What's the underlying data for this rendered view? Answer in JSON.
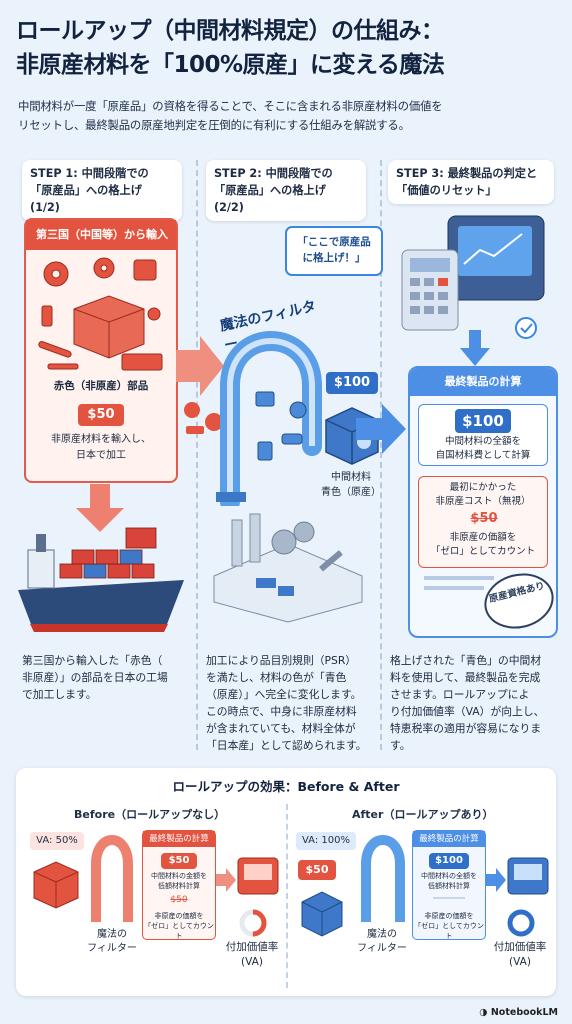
{
  "title_line1": "ロールアップ（中間材料規定）の仕組み：",
  "title_line2": "非原産材料を「100%原産」に変える魔法",
  "subtitle_line1": "中間材料が一度「原産品」の資格を得ることで、そこに含まれる非原産材料の価値を",
  "subtitle_line2": "リセットし、最終製品の原産地判定を圧倒的に有利にする仕組みを解説する。",
  "steps": [
    {
      "line1": "STEP 1: 中間段階での",
      "line2": "「原産品」への格上げ (1/2)"
    },
    {
      "line1": "STEP 2: 中間段階での",
      "line2": "「原産品」への格上げ (2/2)"
    },
    {
      "line1": "STEP 3: 最終製品の判定と",
      "line2": "「価値のリセット」"
    }
  ],
  "step1": {
    "box_header": "第三国（中国等）から輸入",
    "parts_label": "赤色（非原産）部品",
    "price_tag": "$50",
    "note_line1": "非原産材料を輸入し、",
    "note_line2": "日本で加工",
    "desc": [
      "第三国から輸入した「赤色（",
      "非原産）」の部品を日本の工場",
      "で加工します。"
    ]
  },
  "step2": {
    "bubble_line1": "「ここで原産品",
    "bubble_line2": "に格上げ！」",
    "filter_label": "魔法のフィルター",
    "price_tag": "$100",
    "material_line1": "中間材料",
    "material_line2": "青色（原産）",
    "desc": [
      "加工により品目別規則（PSR）",
      "を満たし、材料の色が「青色",
      "（原産）」へ完全に変化します。",
      "この時点で、中身に非原産材料",
      "が含まれていても、材料全体が",
      "「日本産」として認められます。"
    ]
  },
  "step3": {
    "calc_header": "最終製品の計算",
    "price_tag": "$100",
    "calc_line1": "中間材料の全額を",
    "calc_line2": "自国材料費として計算",
    "cost_line1": "最初にかかった",
    "cost_line2": "非原産コスト（無視）",
    "struck_price": "$50",
    "reset_line1": "非原産の価額を",
    "reset_line2": "「ゼロ」としてカウント",
    "stamp": "原産資格あり",
    "desc": [
      "格上げされた「青色」の中間材",
      "料を使用して、最終製品を完成",
      "させます。ロールアップによ",
      "り付加価値率（VA）が向上し、",
      "特恵税率の適用が容易になりま",
      "す。"
    ]
  },
  "bottom": {
    "title": "ロールアップの効果：Before & After",
    "before": {
      "label": "Before（ロールアップなし）",
      "va": "VA: 50%",
      "calc_header": "最終製品の計算",
      "price": "$50",
      "line1": "中間材料の金額を",
      "line2": "低額材料計算",
      "struck": "$50",
      "reset1": "非原産の価額を",
      "reset2": "「ゼロ」としてカウント",
      "filter_line1": "魔法の",
      "filter_line2": "フィルター",
      "va_line1": "付加価値率",
      "va_line2": "(VA)",
      "va_fraction": 0.5
    },
    "after": {
      "label": "After（ロールアップあり）",
      "va": "VA: 100%",
      "calc_header": "最終製品の計算",
      "price_in": "$50",
      "price": "$100",
      "line1": "中間材料の全額を",
      "line2": "低額材料計算",
      "reset1": "非原産の価額を",
      "reset2": "「ゼロ」としてカウント",
      "filter_line1": "魔法の",
      "filter_line2": "フィルター",
      "va_line1": "付加価値率",
      "va_line2": "(VA)",
      "va_fraction": 1.0
    }
  },
  "footer": "NotebookLM",
  "colors": {
    "red": "#e2543f",
    "blue": "#3a86e0",
    "navy": "#12233f"
  }
}
